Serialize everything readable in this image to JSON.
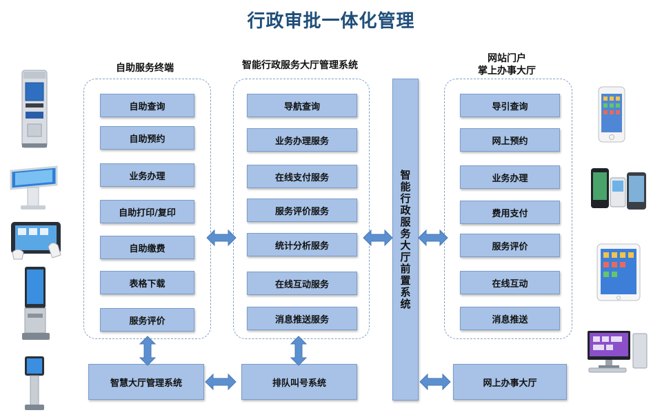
{
  "title": "行政审批一体化管理",
  "colors": {
    "box_fill": "#a7c2e6",
    "box_border": "#7b9cc9",
    "arrow": "#5b8fd0",
    "title": "#1f4e79",
    "dashed": "#7f9fc7"
  },
  "left_group": {
    "label": "自助服务终端",
    "items": [
      "自助查询",
      "自助预约",
      "业务办理",
      "自助打印/复印",
      "自助缴费",
      "表格下载",
      "服务评价"
    ],
    "bottom": "智慧大厅管理系统"
  },
  "middle_group": {
    "label": "智能行政服务大厅管理系统",
    "items": [
      "导航查询",
      "业务办理服务",
      "在线支付服务",
      "服务评价服务",
      "统计分析服务",
      "在线互动服务",
      "消息推送服务"
    ],
    "bottom": "排队叫号系统"
  },
  "front_system": {
    "label": "智能行政服务大厅前置系统"
  },
  "right_group": {
    "label_line1": "网站门户",
    "label_line2": "掌上办事大厅",
    "items": [
      "导引查询",
      "网上预约",
      "业务办理",
      "费用支付",
      "服务评价",
      "在线互动",
      "消息推送"
    ],
    "bottom": "网上办事大厅"
  },
  "devices_left": [
    "kiosk-terminal-icon",
    "touch-table-icon",
    "tablet-touch-icon",
    "standing-kiosk-icon",
    "small-kiosk-icon"
  ],
  "devices_right": [
    "iphone-icon",
    "smartphones-icon",
    "ipad-icon",
    "desktop-computer-icon"
  ]
}
